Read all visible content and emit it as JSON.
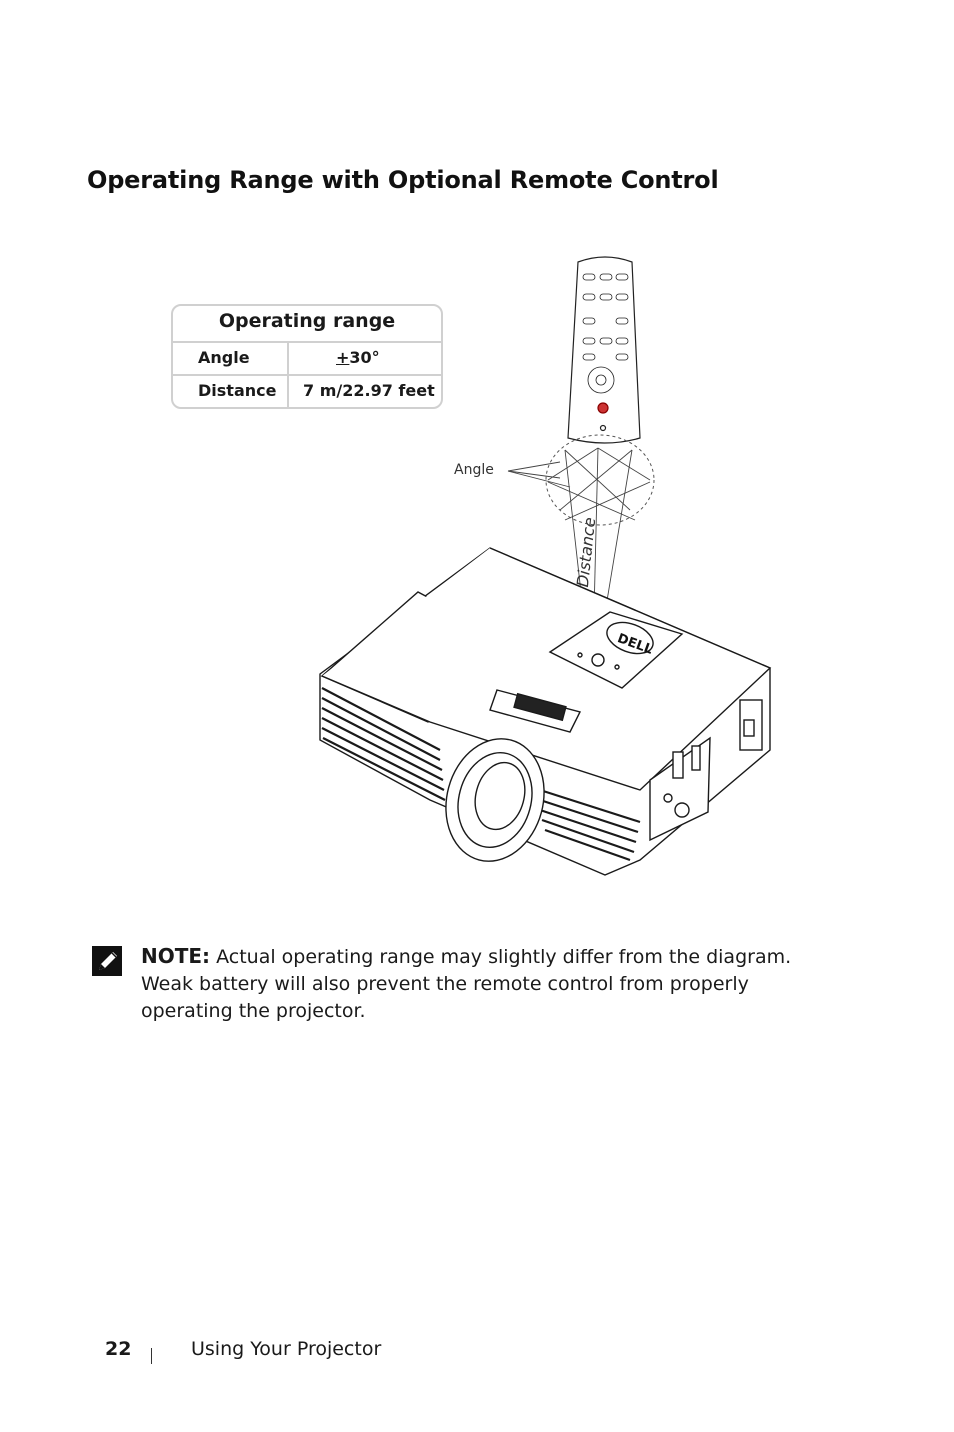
{
  "page": {
    "title": "Operating Range with Optional Remote Control",
    "page_number": "22",
    "section": "Using Your Projector"
  },
  "range_table": {
    "heading": "Operating range",
    "rows": [
      {
        "label": "Angle",
        "value_symbol": "+",
        "value": "30°"
      },
      {
        "label": "Distance",
        "value": "7 m/22.97 feet"
      }
    ]
  },
  "diagram": {
    "angle_label": "Angle",
    "distance_label": "Distance",
    "logo_text": "DELL"
  },
  "note": {
    "label": "NOTE:",
    "text": "Actual operating range may slightly differ from the diagram. Weak battery will also prevent the remote control from properly operating the projector."
  }
}
